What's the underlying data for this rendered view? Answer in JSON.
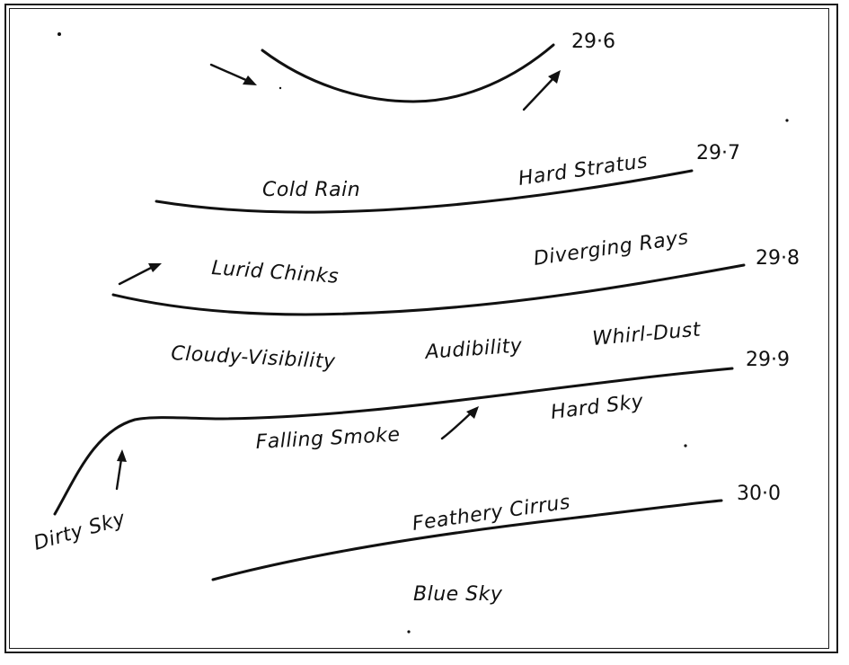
{
  "diagram": {
    "type": "isobar weather-sign chart",
    "isobars": [
      {
        "id": "isobar-29-6",
        "pressure_label": "29·6",
        "pressure_value": 29.6
      },
      {
        "id": "isobar-29-7",
        "pressure_label": "29·7",
        "pressure_value": 29.7
      },
      {
        "id": "isobar-29-8",
        "pressure_label": "29·8",
        "pressure_value": 29.8
      },
      {
        "id": "isobar-29-9",
        "pressure_label": "29·9",
        "pressure_value": 29.9
      },
      {
        "id": "isobar-30-0",
        "pressure_label": "30·0",
        "pressure_value": 30.0
      }
    ],
    "labels": {
      "cold_rain": "Cold Rain",
      "hard_stratus": "Hard Stratus",
      "lurid_chinks": "Lurid Chinks",
      "diverging_rays": "Diverging Rays",
      "cloudy_visibility": "Cloudy-Visibility",
      "audibility": "Audibility",
      "whirl_dust": "Whirl-Dust",
      "falling_smoke": "Falling Smoke",
      "hard_sky": "Hard Sky",
      "dirty_sky": "Dirty Sky",
      "feathery_cirrus": "Feathery Cirrus",
      "blue_sky": "Blue Sky"
    },
    "arrows": [
      {
        "name": "wind-arrow-inflow-top",
        "direction": "down-right"
      },
      {
        "name": "wind-arrow-outflow-top",
        "direction": "up-right"
      },
      {
        "name": "wind-arrow-lurid",
        "direction": "up-right"
      },
      {
        "name": "wind-arrow-dirty-sky",
        "direction": "up"
      },
      {
        "name": "wind-arrow-falling-smoke",
        "direction": "up-right"
      }
    ],
    "colors": {
      "ink": "#111111",
      "paper": "#ffffff"
    }
  }
}
